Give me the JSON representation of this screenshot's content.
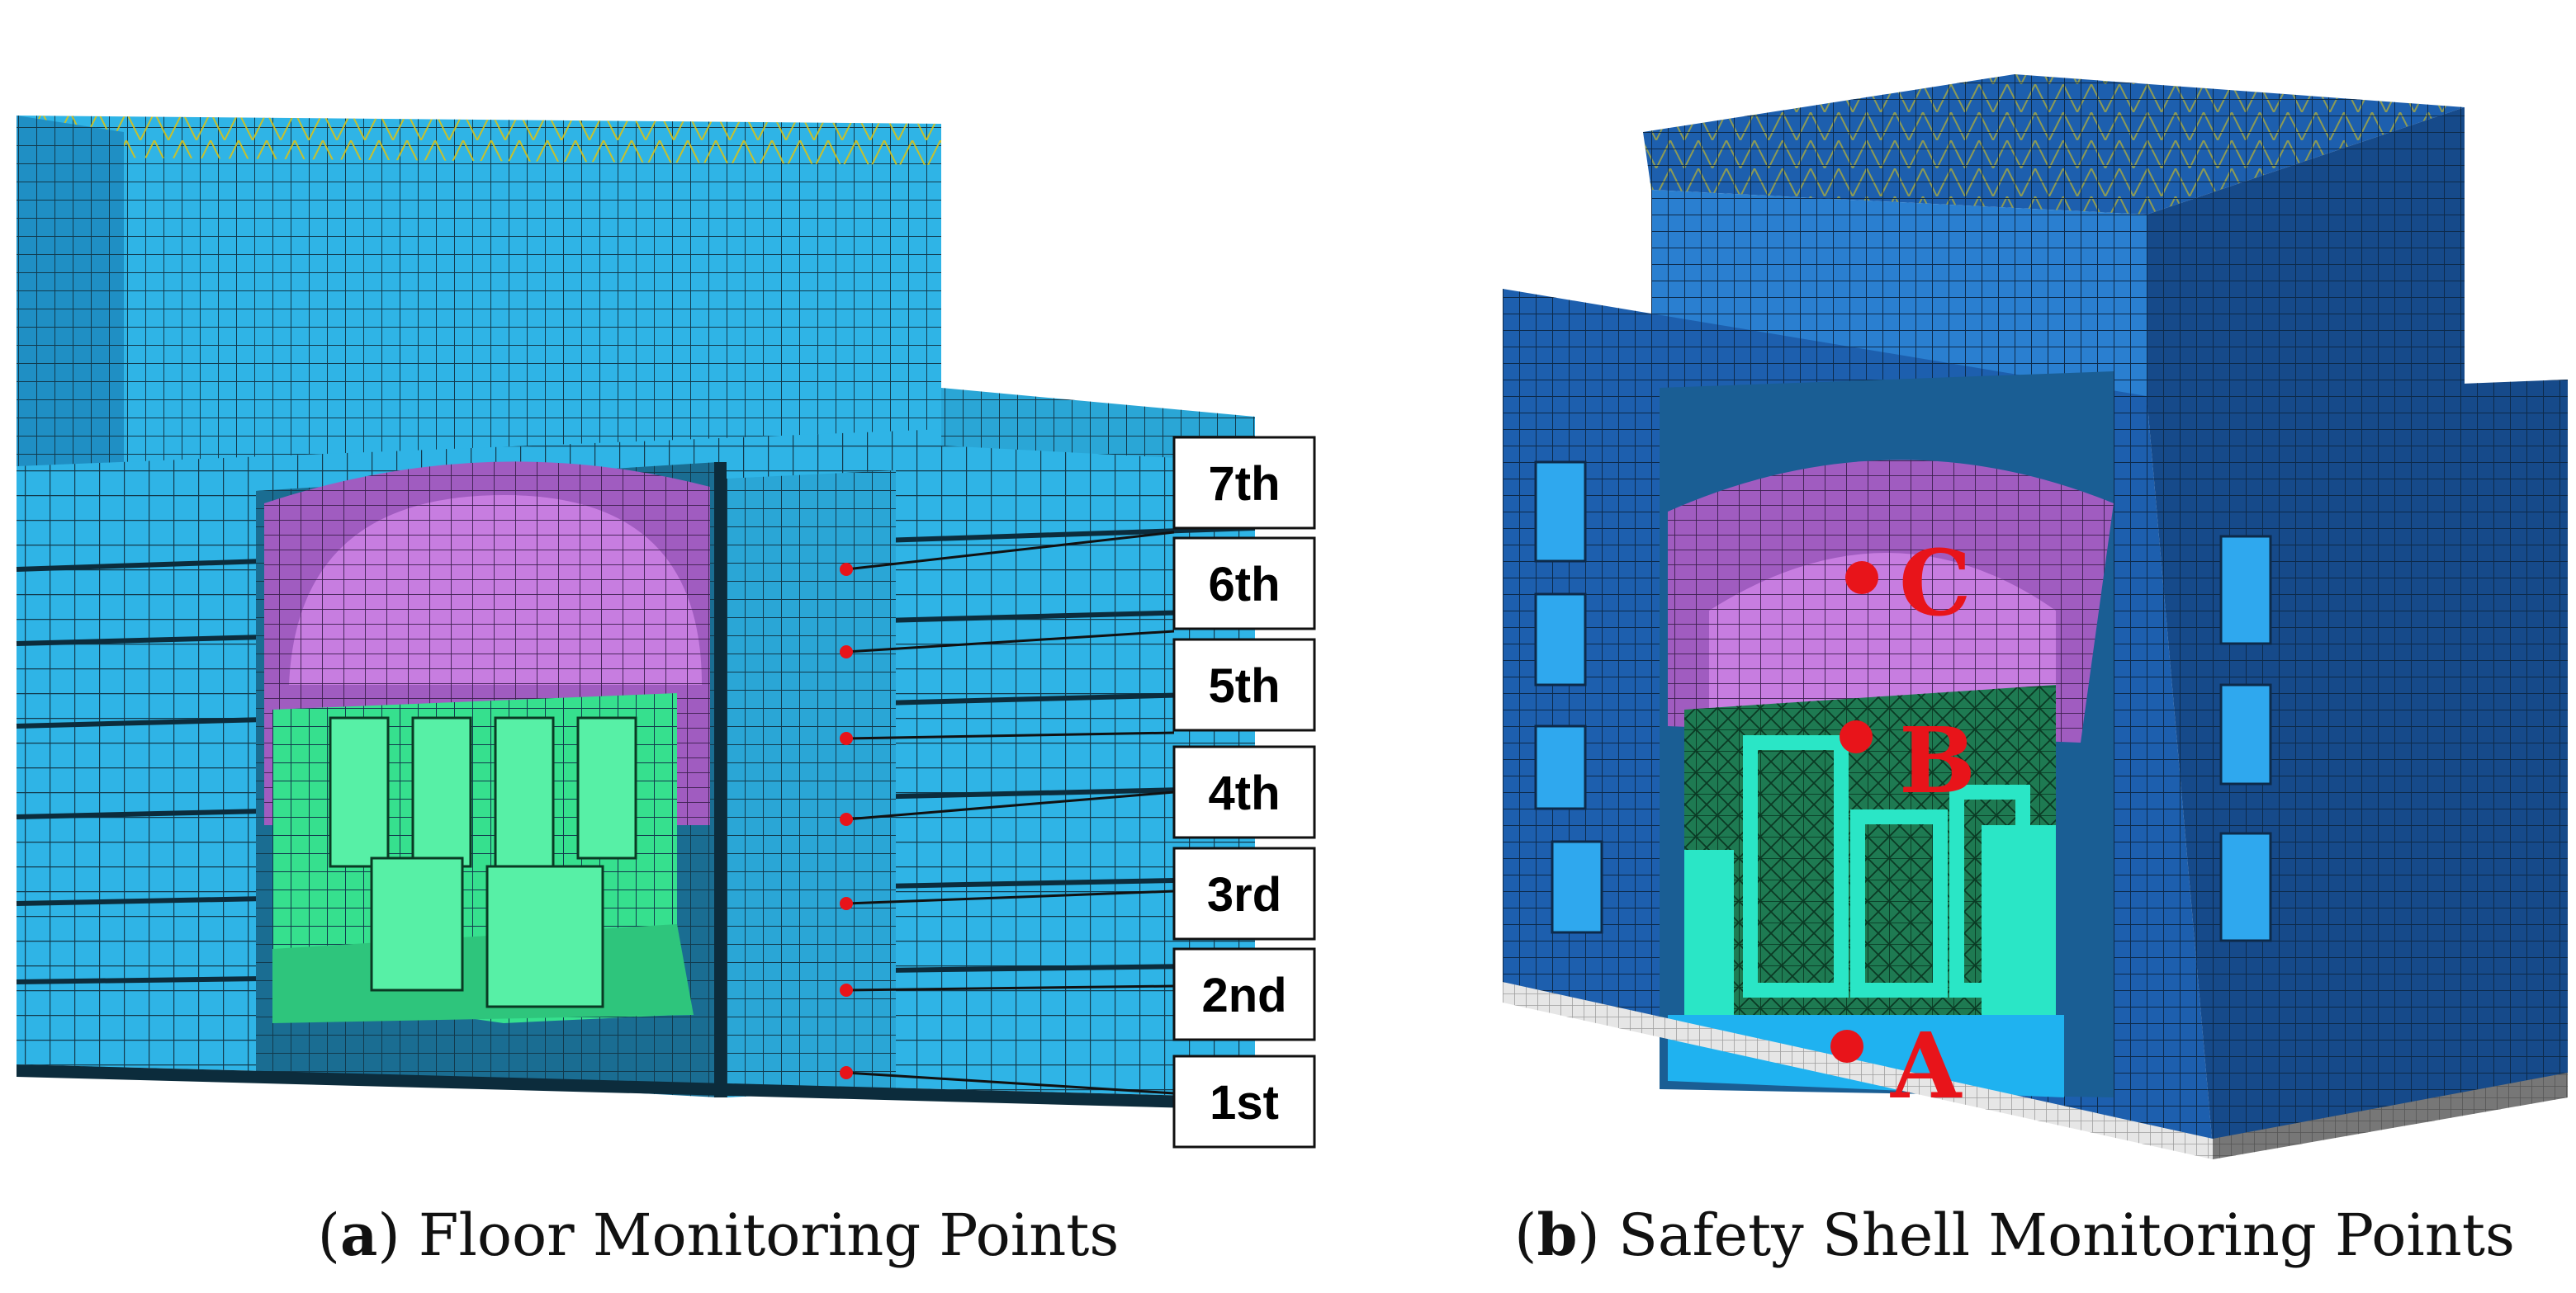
{
  "figure": {
    "panel_a": {
      "caption_prefix": "(",
      "caption_letter": "a",
      "caption_text": ") Floor Monitoring Points",
      "floors": [
        "7th",
        "6th",
        "5th",
        "4th",
        "3rd",
        "2nd",
        "1st"
      ]
    },
    "panel_b": {
      "caption_prefix": "(",
      "caption_letter": "b",
      "caption_text": ") Safety Shell Monitoring Points",
      "points": [
        "C",
        "B",
        "A"
      ]
    }
  },
  "colors": {
    "concrete": "#2fb4e6",
    "concrete_side": "#1f8fc4",
    "mesh_line": "#123a4d",
    "shell_purple": "#a05cc0",
    "shell_purple_light": "#c77de0",
    "internal_green": "#36e08e",
    "dark_blue": "#1d5fae",
    "dark_blue_side": "#164a8a",
    "teal": "#2ae6c6",
    "marker_red": "#e8141a",
    "roof_yellow": "#d6c21a"
  }
}
